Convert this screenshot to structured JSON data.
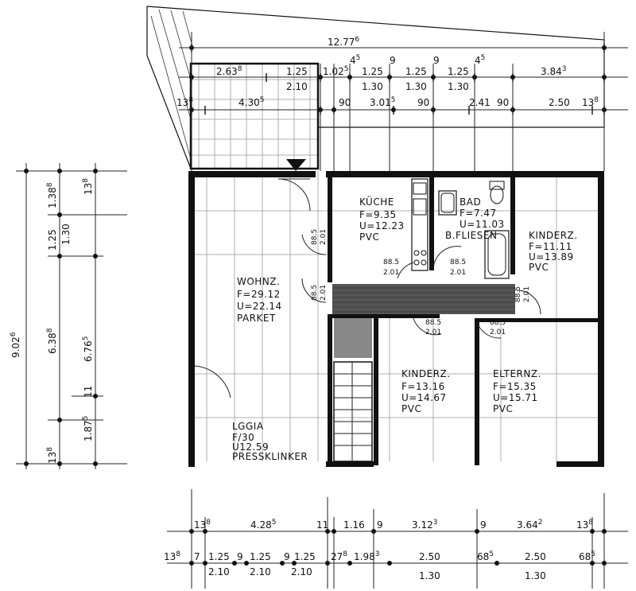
{
  "rooms": {
    "wohnz": {
      "name": "WOHNZ.",
      "area": "F=29.12",
      "perimeter": "U=22.14",
      "floor": "PARKET"
    },
    "kueche": {
      "name": "KÜCHE",
      "area": "F=9.35",
      "perimeter": "U=12.23",
      "floor": "PVC"
    },
    "bad": {
      "name": "BAD",
      "area": "F=7.47",
      "perimeter": "U=11.03",
      "floor": "B.FLIESEN"
    },
    "kinderz1": {
      "name": "KINDERZ.",
      "area": "F=11.11",
      "perimeter": "U=13.89",
      "floor": "PVC"
    },
    "kinderz2": {
      "name": "KINDERZ.",
      "area": "F=13.16",
      "perimeter": "U=14.67",
      "floor": "PVC"
    },
    "elternz": {
      "name": "ELTERNZ.",
      "area": "F=15.35",
      "perimeter": "U=15.71",
      "floor": "PVC"
    },
    "loggia": {
      "name": "LGGIA",
      "area": "F/30",
      "perimeter": "U12.59",
      "floor": "PRESSKLINKER"
    }
  },
  "doors": {
    "d1": "88.5",
    "d1b": "2.01",
    "d2": "88.5",
    "d2b": "2.01",
    "d3": "88.5",
    "d3b": "2.01",
    "d4": "88.5",
    "d4b": "2.01",
    "d5": "88.5",
    "d5b": "2.01",
    "d6": "88.5",
    "d6b": "2.01",
    "d7": "88.5",
    "d7b": "2.01"
  },
  "dims_top": {
    "t1": "12.77",
    "t1s": "6",
    "t2": "2.63",
    "t2s": "8",
    "t3": "1.25",
    "t3b": "2.10",
    "t4": "1.02",
    "t4s": "5",
    "t5": "4",
    "t5s": "5",
    "t6": "1.25",
    "t6b": "1.30",
    "t7": "9",
    "t8": "1.25",
    "t8b": "1.30",
    "t9": "9",
    "t10": "1.25",
    "t10b": "1.30",
    "t11": "4",
    "t11s": "5",
    "t12": "3.84",
    "t12s": "3",
    "r1": "13",
    "r1s": "8",
    "r2": "4.30",
    "r2s": "5",
    "r3": "90",
    "r4": "3.01",
    "r4s": "5",
    "r5": "90",
    "r6": "2.41",
    "r7": "90",
    "r8": "2.50",
    "r9": "13",
    "r9s": "8"
  },
  "dims_left": {
    "l1": "1.38",
    "l1s": "8",
    "l2": "13",
    "l2s": "8",
    "l3": "1.25",
    "l3b": "1.30",
    "l4": "9.02",
    "l4s": "6",
    "l5": "6.38",
    "l5s": "8",
    "l6": "6.76",
    "l6s": "5",
    "l7": "11",
    "l8": "1.87",
    "l8s": "5",
    "l9": "13",
    "l9s": "8"
  },
  "dims_bottom": {
    "b1": "13",
    "b1s": "8",
    "b2": "4.28",
    "b2s": "5",
    "b3": "11",
    "b4": "1.16",
    "b5": "9",
    "b6": "3.12",
    "b6s": "3",
    "b7": "9",
    "b8": "3.64",
    "b8s": "2",
    "b9": "13",
    "b9s": "8",
    "c1": "13",
    "c1s": "8",
    "c2": "7",
    "c3": "1.25",
    "c3b": "2.10",
    "c4": "9",
    "c5": "1.25",
    "c5b": "2.10",
    "c6": "9",
    "c7": "1.25",
    "c7b": "2.10",
    "c8": "27",
    "c8s": "8",
    "c9": "1.98",
    "c9s": "3",
    "c10": "2.50",
    "c10b": "1.30",
    "c11": "68",
    "c11s": "5",
    "c12": "2.50",
    "c12b": "1.30",
    "c13": "68",
    "c13s": "5"
  }
}
